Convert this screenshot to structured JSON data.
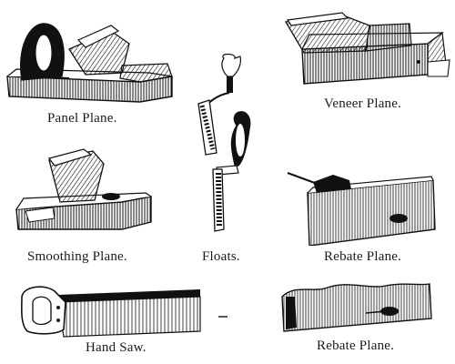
{
  "plate": {
    "captions": {
      "panel_plane": "Panel Plane.",
      "veneer_plane": "Veneer Plane.",
      "smoothing_plane": "Smoothing Plane.",
      "floats": "Floats.",
      "rebate_plane": "Rebate Plane.",
      "hand_saw": "Hand Saw.",
      "rebate_plane_2": "Rebate Plane."
    },
    "ink_color": "#111111",
    "paper_color": "#ffffff"
  }
}
